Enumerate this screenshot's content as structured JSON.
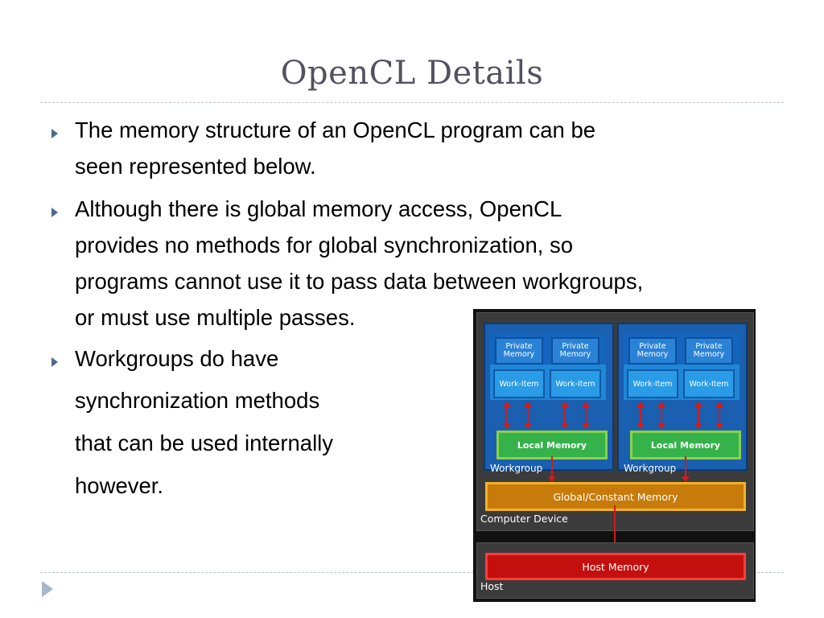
{
  "slide": {
    "title": "OpenCL Details",
    "bullets": [
      {
        "lines": [
          "The memory structure of an OpenCL program can be",
          "seen represented below."
        ]
      },
      {
        "lines": [
          "Although there is global memory access, OpenCL",
          "provides no methods for global synchronization, so",
          "programs cannot use it to pass data between workgroups,",
          "or must use multiple passes."
        ]
      },
      {
        "lines": [
          "Workgroups do have",
          "synchronization methods",
          "that can be used internally",
          "however."
        ]
      }
    ]
  },
  "diagram": {
    "workgroups": [
      {
        "private_memory": [
          "Private\nMemory",
          "Private\nMemory"
        ],
        "work_items": [
          "Work-Item",
          "Work-Item"
        ],
        "local_memory": "Local Memory",
        "label": "Workgroup"
      },
      {
        "private_memory": [
          "Private\nMemory",
          "Private\nMemory"
        ],
        "work_items": [
          "Work-Item",
          "Work-Item"
        ],
        "local_memory": "Local Memory",
        "label": "Workgroup"
      }
    ],
    "global_memory": "Global/Constant Memory",
    "device_label": "Computer Device",
    "host_memory": "Host Memory",
    "host_label": "Host",
    "colors": {
      "private_memory": "#2a82d6",
      "work_item": "#2a9be6",
      "local_memory": "#36b24a",
      "global_memory": "#c77b0b",
      "host_memory": "#c40f0f",
      "arrows": "#d41a1a"
    }
  }
}
